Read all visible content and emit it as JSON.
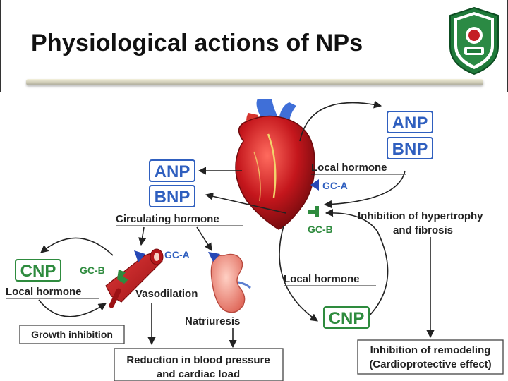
{
  "title": "Physiological actions of NPs",
  "colors": {
    "blue": "#2f5fbf",
    "green": "#2e8b3e",
    "heart": "#c4161c",
    "arrow": "#222222"
  },
  "labels": {
    "anp_top": "ANP",
    "bnp_top": "BNP",
    "local_hormone_top": "Local hormone",
    "gca_heart": "GC-A",
    "gcb_heart": "GC-B",
    "inhibition_hypertrophy_1": "Inhibition of hypertrophy",
    "inhibition_hypertrophy_2": "and fibrosis",
    "anp_left": "ANP",
    "bnp_left": "BNP",
    "circulating_hormone": "Circulating hormone",
    "gca_vessel": "GC-A",
    "cnp_left": "CNP",
    "gcb_vessel": "GC-B",
    "local_hormone_left": "Local hormone",
    "vasodilation": "Vasodilation",
    "natriuresis": "Natriuresis",
    "local_hormone_mid": "Local hormone",
    "cnp_mid": "CNP",
    "growth_inhibition": "Growth inhibition",
    "reduction_1": "Reduction in blood pressure",
    "reduction_2": "and cardiac load",
    "remodeling_1": "Inhibition of remodeling",
    "remodeling_2": "(Cardioprotective effect)"
  }
}
